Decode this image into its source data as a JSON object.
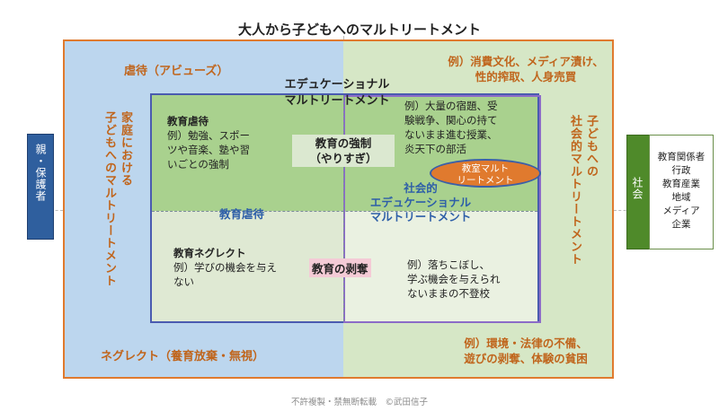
{
  "title": "大人から子どもへのマルトリートメント",
  "left": {
    "top_label": "虐待（アビューズ）",
    "vertical_label": [
      "家庭における",
      "子どもへのマルトリートメント"
    ],
    "bottom_label": "ネグレクト（養育放棄・無視）"
  },
  "right": {
    "top_example": [
      "例）消費文化、メディア漬け、",
      "性的搾取、人身売買"
    ],
    "vertical_label": [
      "子どもへの",
      "社会的マルトリートメント"
    ],
    "bottom_example": [
      "例）環境・法律の不備、",
      "遊びの剥奪、体験の貧困"
    ]
  },
  "edu": {
    "title_line1": "エデュケーショナル",
    "title_line2": "マルトリートメント",
    "abuse_heading": "教育虐待",
    "abuse_example": [
      "例）勉強、スポー",
      "ツや音楽、塾や習",
      "いごとの強制"
    ],
    "compulsion": [
      "教育の強制",
      "（やりすぎ）"
    ],
    "top_right_example": [
      "例）大量の宿題、受",
      "験戦争、関心の持て",
      "ないまま進む授業、",
      "炎天下の部活"
    ],
    "classroom": [
      "教室マルト",
      "リートメント"
    ],
    "social_edu": [
      "社会的",
      "エデュケーショナル",
      "マルトリートメント"
    ],
    "middle_label": "教育虐待",
    "neglect_heading": "教育ネグレクト",
    "neglect_example": [
      "例）学びの機会を与え",
      "ない"
    ],
    "deprivation": "教育の剥奪",
    "bottom_right_example": [
      "例）落ちこぼし、",
      "学ぶ機会を与えられ",
      "ないままの不登校"
    ]
  },
  "parent_box": "親・保護者",
  "society_box": "社会",
  "society_list": [
    "教育関係者",
    "行政",
    "教育産業",
    "地域",
    "メディア",
    "企業"
  ],
  "copyright": "不許複製・禁無断転載　©武田信子"
}
